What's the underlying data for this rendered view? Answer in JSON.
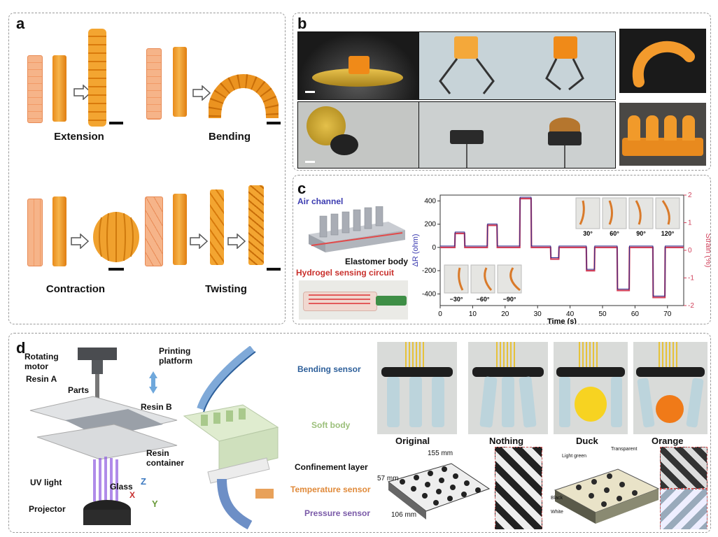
{
  "panels": {
    "a": {
      "label": "a",
      "captions": [
        "Extension",
        "Bending",
        "Contraction",
        "Twisting"
      ]
    },
    "b": {
      "label": "b"
    },
    "c": {
      "label": "c",
      "schematic": {
        "air_channel": "Air channel",
        "elastomer_body": "Elastomer body",
        "hydrogel": "Hydrogel sensing circuit"
      },
      "inset_angles_pos": [
        "30°",
        "60°",
        "90°",
        "120°"
      ],
      "inset_angles_neg": [
        "−30°",
        "−60°",
        "−90°"
      ]
    },
    "d": {
      "label": "d",
      "printer": {
        "rotating_motor": "Rotating motor",
        "printing_platform": "Printing platform",
        "resin_a": "Resin A",
        "parts": "Parts",
        "resin_b": "Resin B",
        "resin_container": "Resin container",
        "uv_light": "UV light",
        "glass": "Glass",
        "projector": "Projector",
        "axis_z": "Z",
        "axis_x": "X",
        "axis_y": "Y"
      },
      "sensor_labels": {
        "bending": "Bending sensor",
        "soft_body": "Soft body",
        "confinement": "Confinement layer",
        "temperature": "Temperature sensor",
        "pressure": "Pressure sensor"
      },
      "gripper_captions": [
        "Original",
        "Nothing",
        "Duck",
        "Orange"
      ],
      "lattice_dims": {
        "w": "155 mm",
        "h": "57 mm",
        "d": "106 mm"
      },
      "lattice2_labels": {
        "light_green": "Light green",
        "transparent": "Transparent",
        "black": "Black",
        "white": "White"
      }
    }
  },
  "chart_data": {
    "type": "line",
    "xlabel": "Time (s)",
    "ylabel": "ΔR (ohm)",
    "y2label": "Strain (%)",
    "xlim": [
      0,
      75
    ],
    "ylim": [
      -500,
      450
    ],
    "y2lim": [
      -2,
      2
    ],
    "xticks": [
      0,
      10,
      20,
      30,
      40,
      50,
      60,
      70
    ],
    "yticks": [
      400,
      200,
      0,
      -200,
      -400
    ],
    "y2ticks": [
      2,
      1,
      0,
      -1,
      -2
    ],
    "colors": {
      "resistance": "#2b2b8f",
      "strain": "#d0405a"
    },
    "series": [
      {
        "x": [
          0,
          4.5,
          4.6,
          7.5,
          7.6,
          14.5,
          14.6,
          17.5,
          17.6,
          24.5,
          24.6,
          28,
          28.1,
          34,
          34.1,
          36.5,
          36.6,
          45,
          45.1,
          47.5,
          47.6,
          54.5,
          54.6,
          58.2,
          58.3,
          65.5,
          65.6,
          69.2,
          69.3,
          75
        ],
        "y": [
          0,
          0,
          120,
          120,
          0,
          0,
          190,
          190,
          0,
          0,
          420,
          420,
          0,
          0,
          -100,
          -100,
          0,
          0,
          -200,
          -200,
          0,
          0,
          -370,
          -370,
          0,
          0,
          -430,
          -430,
          0,
          0
        ]
      }
    ]
  }
}
